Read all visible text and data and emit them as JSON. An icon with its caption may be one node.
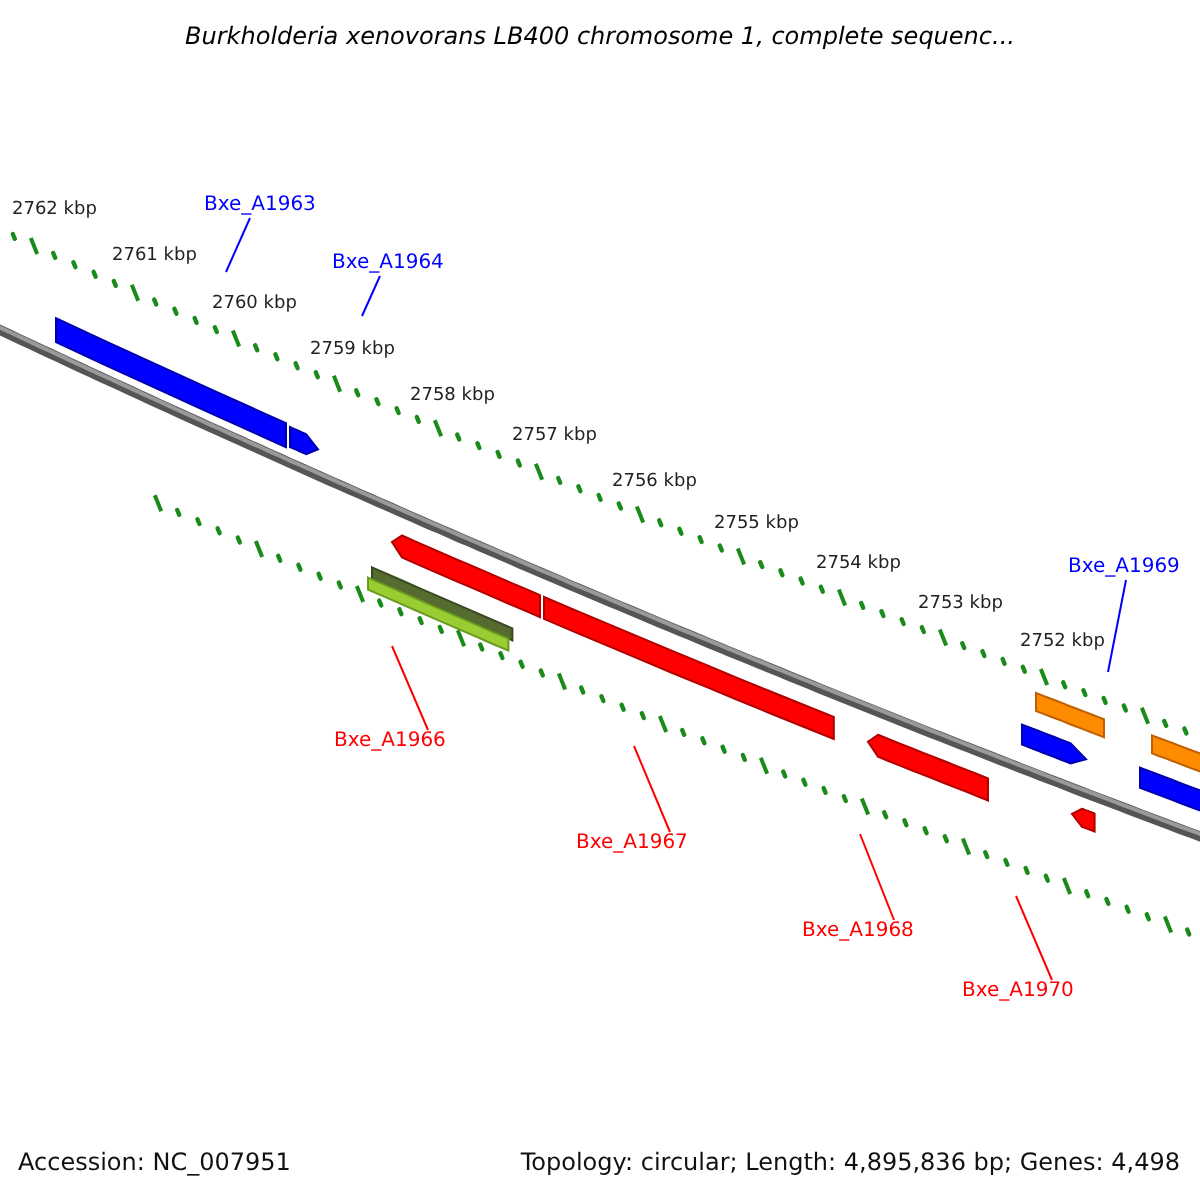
{
  "diagram": {
    "title": "Burkholderia xenovorans LB400 chromosome 1, complete sequenc...",
    "nodes": [
      {
        "text": [
          "Bxe_A1963"
        ]
      },
      {
        "text": [
          "Bxe_A1964"
        ]
      },
      {
        "text": [
          "Bxe_A1969"
        ]
      },
      {
        "text": [
          "Bxe_A1966"
        ]
      },
      {
        "text": [
          "Bxe_A1967"
        ]
      },
      {
        "text": [
          "Bxe_A1968"
        ]
      },
      {
        "text": [
          "Bxe_A1970"
        ]
      }
    ],
    "edges": [
      {
        "from": 0,
        "to": null,
        "arrow": "none",
        "color": "#0000ff"
      },
      {
        "from": 1,
        "to": null,
        "arrow": "none",
        "color": "#0000ff"
      },
      {
        "from": 2,
        "to": null,
        "arrow": "none",
        "color": "#0000ff"
      },
      {
        "from": 3,
        "to": null,
        "arrow": "none"
      },
      {
        "from": 4,
        "to": null,
        "arrow": "none"
      },
      {
        "from": 5,
        "to": null,
        "arrow": "none"
      },
      {
        "from": 6,
        "to": null,
        "arrow": "none"
      }
    ],
    "labels": [
      "2762 kbp",
      "2761 kbp",
      "2760 kbp",
      "2759 kbp",
      "2758 kbp",
      "2757 kbp",
      "2756 kbp",
      "2755 kbp",
      "2754 kbp",
      "2753 kbp",
      "2752 kbp",
      "Accession: NC_007951",
      "Topology: circular; Length: 4,895,836 bp; Genes: 4,498"
    ]
  }
}
